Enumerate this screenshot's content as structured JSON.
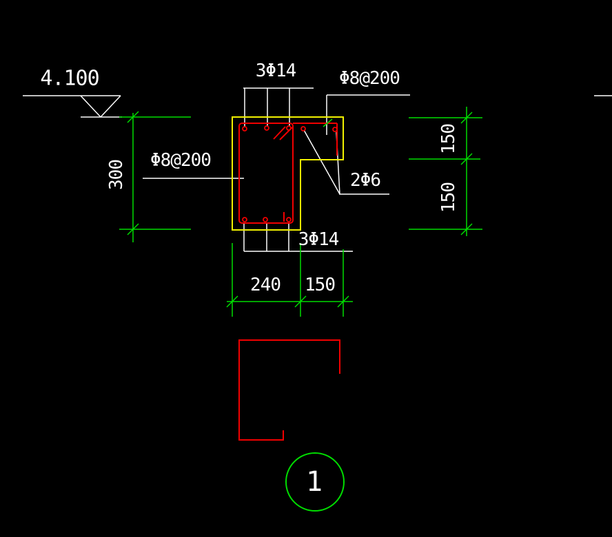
{
  "colors": {
    "background": "#000000",
    "line_white": "#ffffff",
    "dim_green": "#00dd00",
    "concrete_yellow": "#f2f200",
    "rebar_red": "#f20000"
  },
  "annotations": {
    "elevation": "4.100",
    "top_bars": "3Φ14",
    "top_stirrup": "Φ8@200",
    "left_stirrup": "Φ8@200",
    "flange_bars": "2Φ6",
    "bottom_bars": "3Φ14"
  },
  "dimensions": {
    "left_height": "300",
    "right_flange_depth": "150",
    "right_lower": "150",
    "bottom_web_width": "240",
    "bottom_flange_width": "150"
  },
  "detail": {
    "number": "1"
  }
}
